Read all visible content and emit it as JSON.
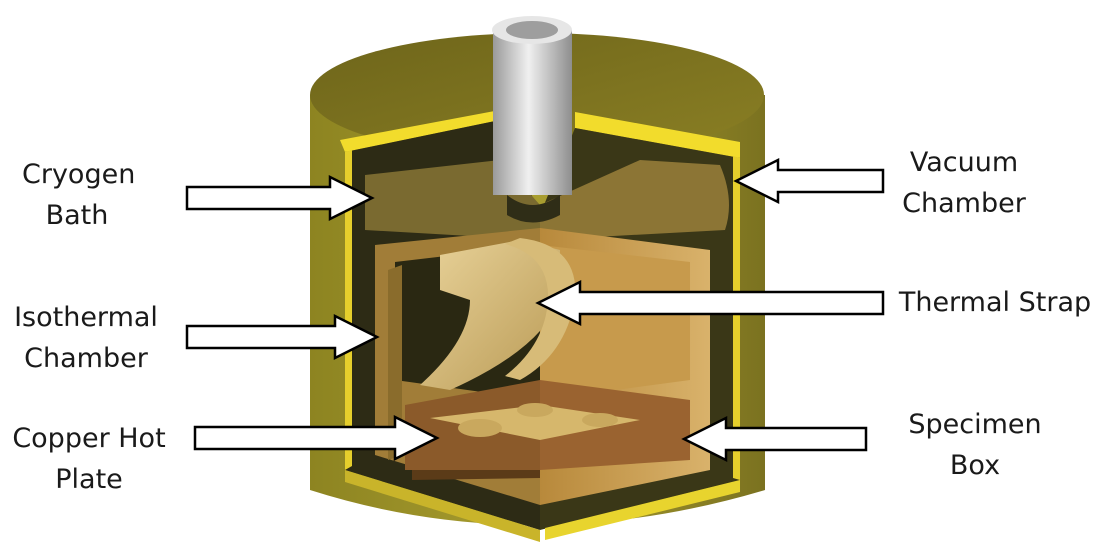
{
  "labels": {
    "cryogen_bath": [
      "Cryogen",
      "Bath"
    ],
    "isothermal_chamber": [
      "Isothermal",
      "Chamber"
    ],
    "copper_hot_plate": [
      "Copper Hot",
      "Plate"
    ],
    "vacuum_chamber": [
      "Vacuum",
      "Chamber"
    ],
    "thermal_strap": [
      "Thermal Strap"
    ],
    "specimen_box": [
      "Specimen",
      "Box"
    ]
  },
  "colors": {
    "outer_shell": "#a59a2c",
    "outer_top": "#7b7120",
    "yellow_layer": "#f2dc2c",
    "dark_interior": "#2e2c16",
    "chamber_tan": "#b78c40",
    "strap_light": "#e7cf8d",
    "copper": "#8e5a28",
    "tube": "#d2d2d2"
  }
}
